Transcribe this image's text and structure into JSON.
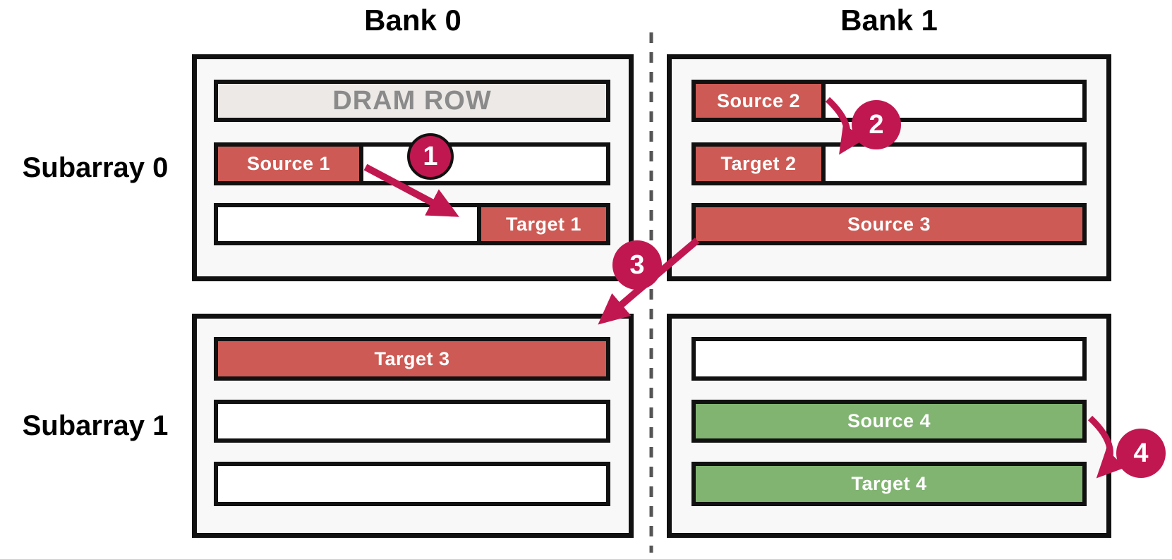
{
  "diagram": {
    "bank0_title": "Bank 0",
    "bank1_title": "Bank 1",
    "subarray0_label": "Subarray 0",
    "subarray1_label": "Subarray 1",
    "dram_row_label": "DRAM ROW",
    "rows": {
      "source1": "Source 1",
      "target1": "Target 1",
      "source2": "Source 2",
      "target2": "Target 2",
      "source3": "Source 3",
      "target3": "Target 3",
      "source4": "Source 4",
      "target4": "Target 4"
    },
    "badges": [
      "1",
      "2",
      "3",
      "4"
    ],
    "colors": {
      "row-red": "#CD5A54",
      "row-green": "#81B471",
      "accent-crimson": "#C11750",
      "dram-gray-fill": "#ECE9E6",
      "dram-gray-text": "#8A8A8A",
      "box-fill": "#F8F8F8",
      "ink": "#111111",
      "dash-gray": "#555555"
    }
  }
}
